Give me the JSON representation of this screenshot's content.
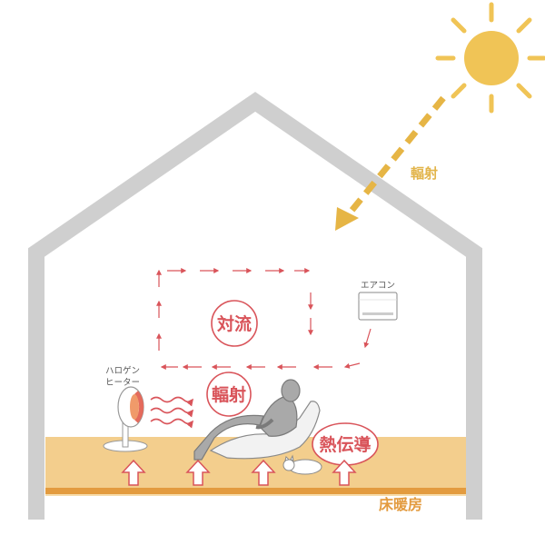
{
  "labels": {
    "sun_radiation": "輻射",
    "convection": "対流",
    "heater_radiation": "輻射",
    "conduction": "熱伝導",
    "air_conditioner": "エアコン",
    "halogen_heater_line1": "ハロゲン",
    "halogen_heater_line2": "ヒーター",
    "floor_heating": "床暖房"
  },
  "colors": {
    "sun": "#f0c456",
    "sun_arrow": "#e6b545",
    "red_arrow": "#d9545a",
    "floor_top": "#f3ce8d",
    "floor_band": "#e39b3f",
    "house_outline": "#cfcfcf"
  },
  "icons": [
    "sun-icon",
    "air-conditioner-icon",
    "halogen-heater-icon",
    "person-reclining-icon",
    "cat-icon"
  ]
}
